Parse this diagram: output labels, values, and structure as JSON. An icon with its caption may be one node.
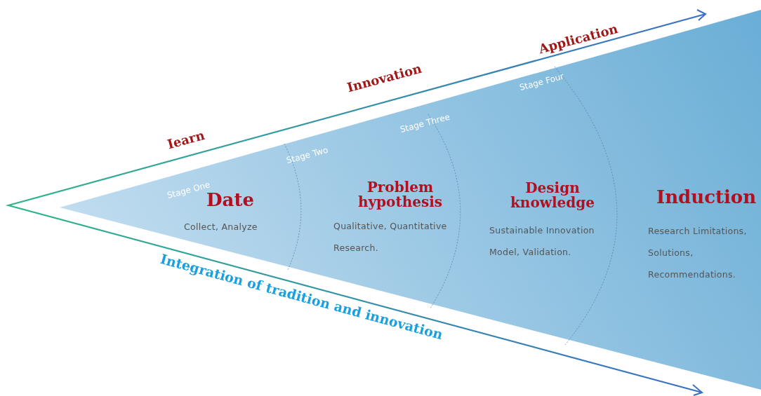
{
  "diagram": {
    "nodes": [
      {
        "text": [
          "Stage One",
          "Date",
          "Collect, Analyze"
        ]
      },
      {
        "text": [
          "Stage Two",
          "Problem hypothesis",
          "Qualitative, Quantitative Research."
        ]
      },
      {
        "text": [
          "Stage Three",
          "Design knowledge",
          "Sustainable Innovation Model, Validation."
        ]
      },
      {
        "text": [
          "Stage Four",
          "Induction",
          "Research Limitations, Solutions, Recommendations."
        ]
      }
    ],
    "labels": [
      "Application",
      "Innovation",
      "Iearn",
      "Integration of tradition and innovation"
    ]
  }
}
